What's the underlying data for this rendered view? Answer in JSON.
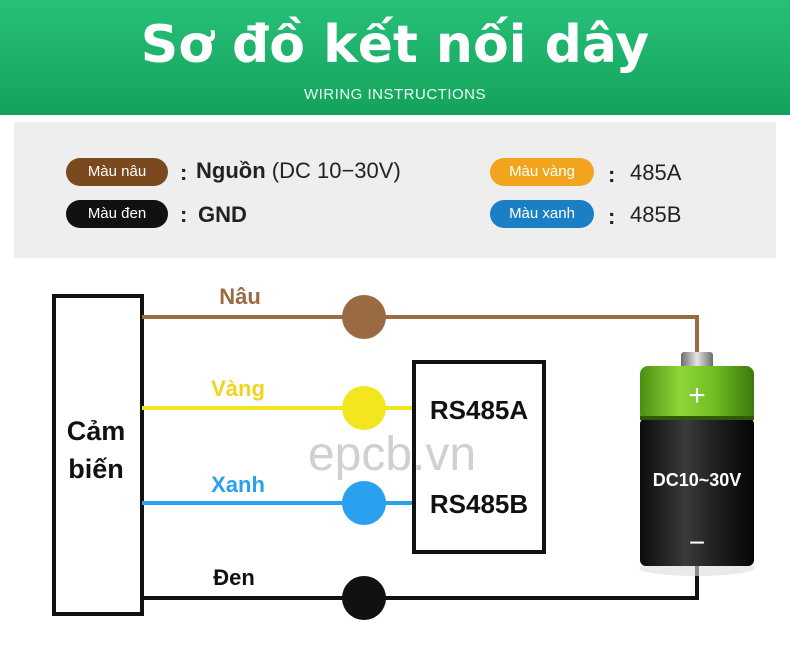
{
  "header": {
    "title": "Sơ đồ kết nối dây",
    "subtitle": "WIRING INSTRUCTIONS"
  },
  "legend": {
    "brown": {
      "label": "Màu nâu",
      "meaning_bold": "Nguồn",
      "meaning_rest": " (DC 10−30V)",
      "color": "#7a4a1e"
    },
    "black": {
      "label": "Màu đen",
      "meaning": "GND",
      "color": "#111111"
    },
    "yellow": {
      "label": "Màu vàng",
      "meaning": "485A",
      "color": "#f2a51c"
    },
    "blue": {
      "label": "Màu xanh",
      "meaning": "485B",
      "color": "#1a7fc4"
    },
    "colon": ":"
  },
  "diagram": {
    "sensor_label_line1": "Cảm",
    "sensor_label_line2": "biến",
    "wires": {
      "brown": {
        "label": "Nâu",
        "color": "#9a6a42"
      },
      "yellow": {
        "label": "Vàng",
        "color": "#f3e51e"
      },
      "blue": {
        "label": "Xanh",
        "color": "#2aa1ef"
      },
      "black": {
        "label": "Đen",
        "color": "#111111"
      }
    },
    "rs485_a": "RS485A",
    "rs485_b": "RS485B",
    "battery_plus": "+",
    "battery_minus": "−",
    "battery_label": "DC10~30V",
    "watermark": "epcb.vn"
  }
}
